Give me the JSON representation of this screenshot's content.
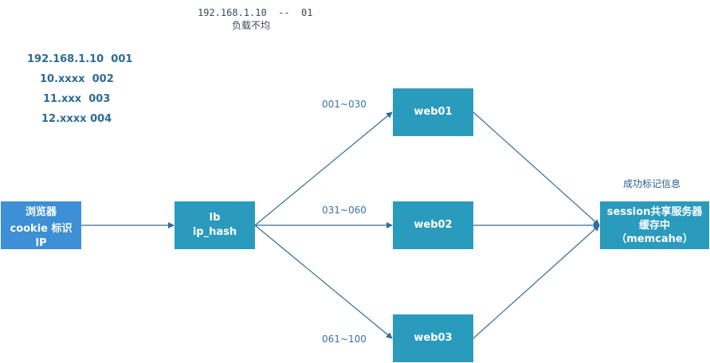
{
  "top_note": {
    "line1": "192.168.1.10  --  01",
    "line2": "负载不均"
  },
  "ip_mapping": [
    "192.168.1.10  001",
    "10.xxxx  002",
    "11.xxx  003",
    "12.xxxx 004"
  ],
  "nodes": {
    "browser": {
      "lines": [
        "浏览器",
        "cookie 标识",
        "IP"
      ]
    },
    "lb": {
      "lines": [
        "lb",
        "ip_hash"
      ]
    },
    "web01": {
      "label": "web01"
    },
    "web02": {
      "label": "web02"
    },
    "web03": {
      "label": "web03"
    },
    "session": {
      "lines": [
        "session共享服务器",
        "缓存中",
        "（memcahe）"
      ]
    }
  },
  "edge_labels": {
    "to_web01": "001~030",
    "to_web02": "031~060",
    "to_web03": "061~100"
  },
  "success_label": "成功标记信息",
  "colors": {
    "browser_fill": "#3d8fd6",
    "node_fill": "#2a9bbd",
    "edge_stroke": "#2f6f9f",
    "ip_text": "#2b6b96"
  }
}
